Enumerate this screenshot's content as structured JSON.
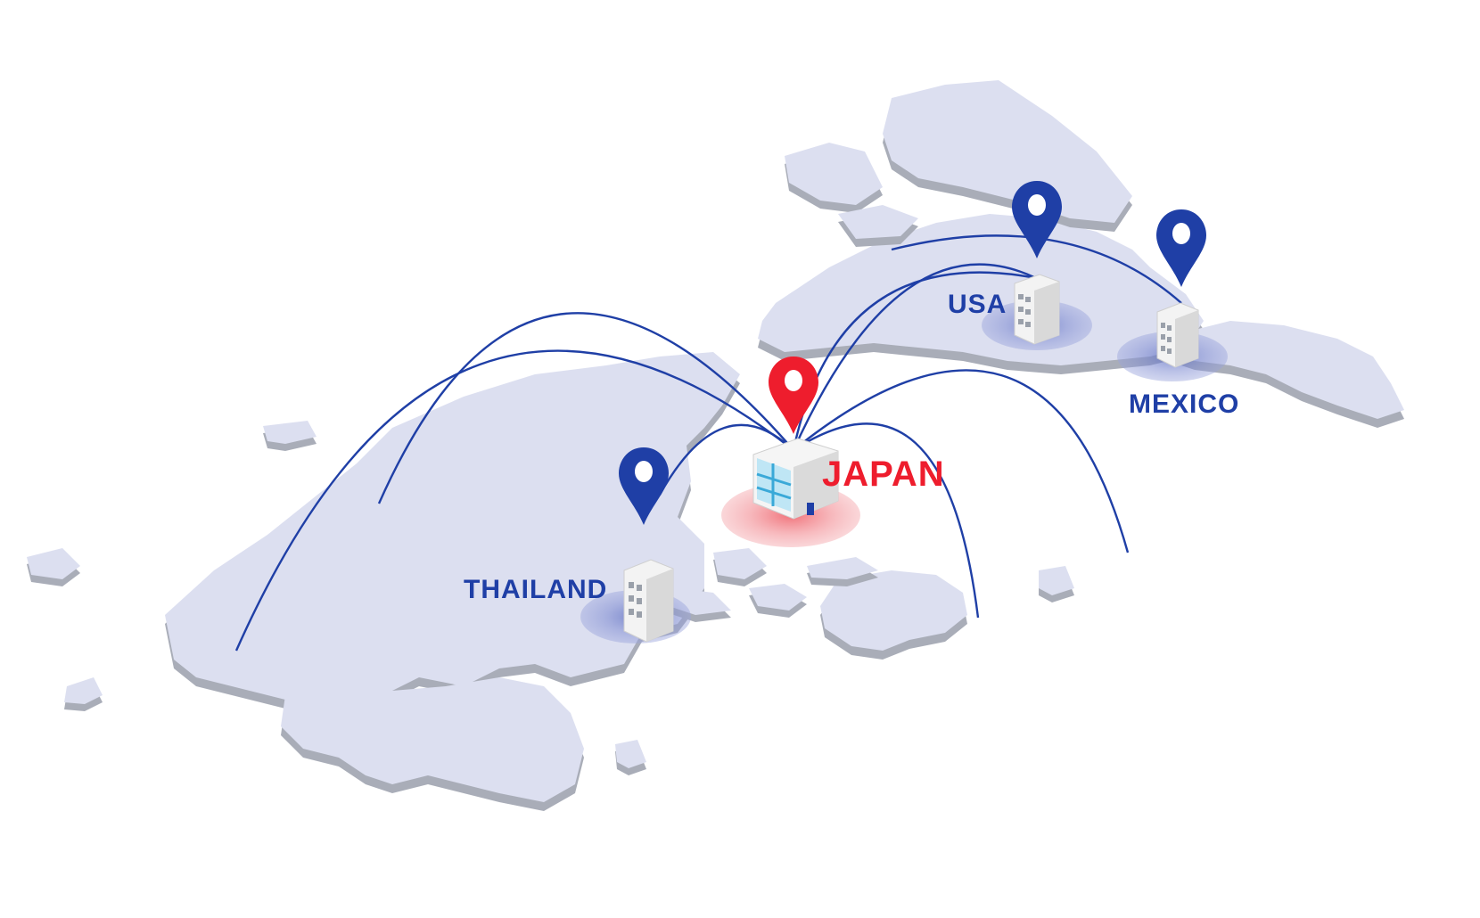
{
  "map": {
    "hub": {
      "name": "JAPAN",
      "color": "#ee1d2d",
      "icon": "red-map-pin-icon"
    },
    "locations": [
      {
        "name": "THAILAND",
        "icon": "blue-map-pin-icon"
      },
      {
        "name": "USA",
        "icon": "blue-map-pin-icon"
      },
      {
        "name": "MEXICO",
        "icon": "blue-map-pin-icon"
      }
    ],
    "colors": {
      "land": "#dcdff0",
      "land_side": "#a9adb8",
      "route": "#1f3fa6",
      "pin_blue": "#1f3fa6",
      "pin_red": "#ee1d2d"
    }
  }
}
